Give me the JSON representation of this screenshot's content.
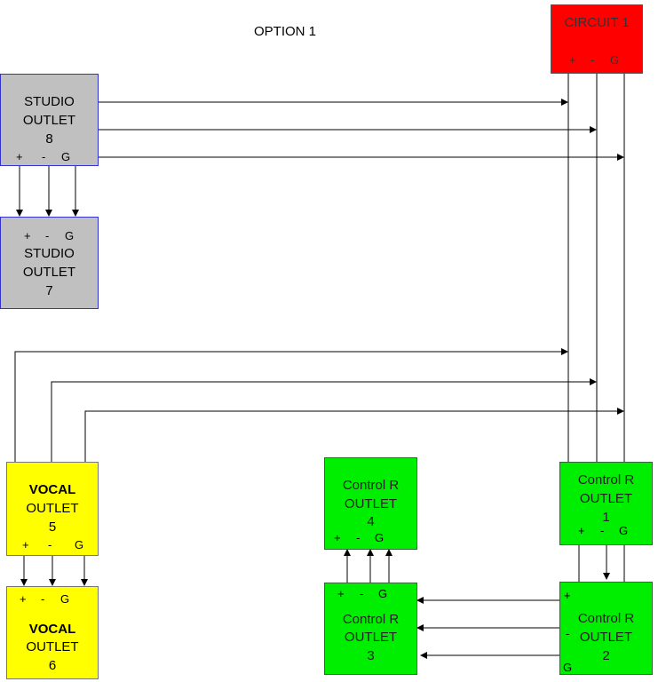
{
  "title": "OPTION 1",
  "terminals": {
    "plus": "+",
    "minus": "-",
    "ground": "G"
  },
  "circuit": {
    "label": "CIRCUIT 1"
  },
  "studio8": {
    "line1": "STUDIO",
    "line2": "OUTLET",
    "num": "8"
  },
  "studio7": {
    "line1": "STUDIO",
    "line2": "OUTLET",
    "num": "7"
  },
  "vocal5": {
    "line1": "VOCAL",
    "line2": "OUTLET",
    "num": "5"
  },
  "vocal6": {
    "line1": "VOCAL",
    "line2": "OUTLET",
    "num": "6"
  },
  "cr4": {
    "line1": "Control R",
    "line2": "OUTLET",
    "num": "4"
  },
  "cr3": {
    "line1": "Control R",
    "line2": "OUTLET",
    "num": "3"
  },
  "cr1": {
    "line1": "Control R",
    "line2": "OUTLET",
    "num": "1"
  },
  "cr2": {
    "line1": "Control R",
    "line2": "OUTLET",
    "num": "2"
  },
  "colors": {
    "circuit": "#ff0000",
    "studio": "#c0c0c0",
    "vocal": "#ffff00",
    "control": "#00ee00",
    "wire": "#000000"
  }
}
